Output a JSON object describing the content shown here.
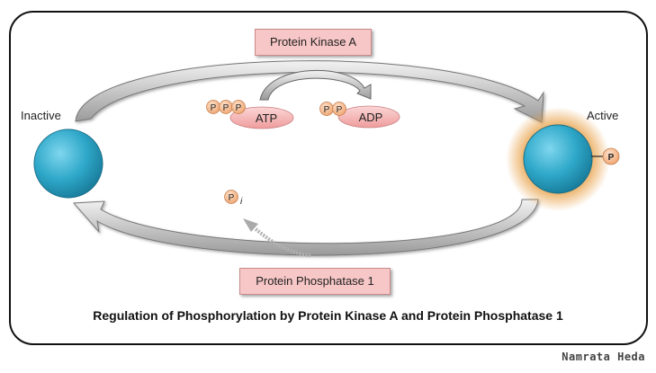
{
  "diagram": {
    "enzymes": {
      "kinase": "Protein Kinase A",
      "phosphatase": "Protein Phosphatase 1"
    },
    "states": {
      "inactive": "Inactive",
      "active": "Active"
    },
    "molecules": {
      "atp": "ATP",
      "adp": "ADP",
      "phosphate": "P",
      "inorganic_subscript": "i"
    },
    "caption": "Regulation of Phosphorylation by Protein Kinase A and Protein Phosphatase 1",
    "signature": "Namrata Heda",
    "colors": {
      "protein": "#2fa8c9",
      "enzyme_box": "#f7c6c6",
      "molecule_pill": "#f4b7b7",
      "phosphate_bead": "#f6b98a",
      "glow": "#e8a046",
      "arrow": "#b8b8b8"
    }
  }
}
